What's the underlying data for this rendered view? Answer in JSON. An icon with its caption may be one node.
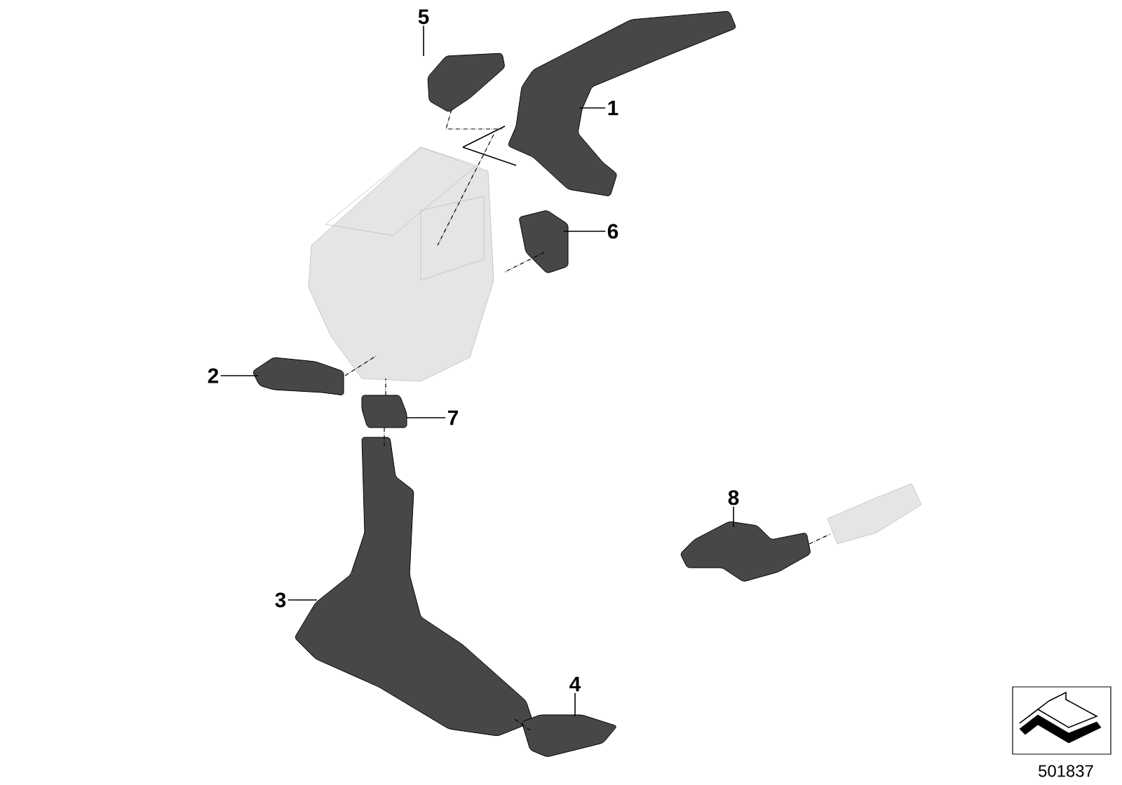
{
  "diagram": {
    "nodes": [
      {
        "text": [
          "5"
        ]
      },
      {
        "text": [
          "1"
        ]
      },
      {
        "text": [
          "6"
        ]
      },
      {
        "text": [
          "2"
        ]
      },
      {
        "text": [
          "7"
        ]
      },
      {
        "text": [
          "8"
        ]
      },
      {
        "text": [
          "3"
        ]
      },
      {
        "text": [
          "4"
        ]
      },
      {
        "text": [],
        "shape": "picture"
      },
      {
        "text": [],
        "shape": "picture"
      },
      {
        "text": [],
        "shape": "picture"
      },
      {
        "text": [],
        "shape": "picture"
      },
      {
        "text": [],
        "shape": "picture"
      },
      {
        "text": [],
        "shape": "picture"
      },
      {
        "text": [],
        "shape": "picture"
      },
      {
        "text": [],
        "shape": "picture"
      },
      {
        "text": [],
        "shape": "picture"
      },
      {
        "text": [],
        "shape": "picture"
      }
    ],
    "edges": [
      {
        "from": 0,
        "to": 8,
        "arrow": "none"
      },
      {
        "from": 1,
        "to": 9,
        "arrow": "none"
      },
      {
        "from": 2,
        "to": 10,
        "arrow": "none"
      },
      {
        "from": 3,
        "to": 11,
        "arrow": "none"
      },
      {
        "from": 4,
        "to": 12,
        "arrow": "none"
      },
      {
        "from": 5,
        "to": 13,
        "arrow": "none"
      },
      {
        "from": 6,
        "to": 14,
        "arrow": "none"
      },
      {
        "from": 7,
        "to": 15,
        "arrow": "none"
      },
      {
        "from": 8,
        "to": 9,
        "arrow": "none",
        "style": "dashed"
      },
      {
        "from": 9,
        "to": 16,
        "arrow": "none",
        "style": "dashed"
      },
      {
        "from": 10,
        "to": 16,
        "arrow": "none",
        "style": "dashed"
      },
      {
        "from": 11,
        "to": 16,
        "arrow": "none",
        "style": "dashed"
      },
      {
        "from": 12,
        "to": 16,
        "arrow": "none",
        "style": "dashed"
      },
      {
        "from": 12,
        "to": 14,
        "arrow": "none",
        "style": "dashed"
      },
      {
        "from": 14,
        "to": 15,
        "arrow": "none",
        "style": "dashed"
      },
      {
        "from": 13,
        "to": 17,
        "arrow": "none",
        "style": "dashed"
      }
    ],
    "labels": [
      "501837"
    ]
  }
}
